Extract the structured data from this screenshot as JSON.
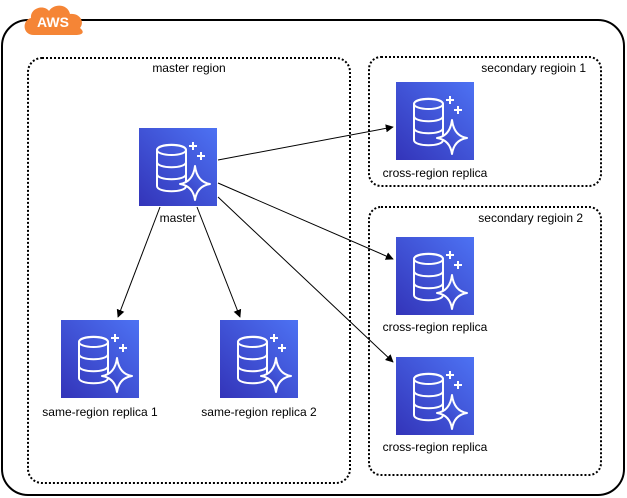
{
  "cloud": {
    "label": "AWS",
    "badge_color": "#f58536"
  },
  "regions": [
    {
      "id": "master",
      "label": "master region"
    },
    {
      "id": "secondary1",
      "label": "secondary regioin 1"
    },
    {
      "id": "secondary2",
      "label": "secondary regioin 2"
    }
  ],
  "nodes": [
    {
      "id": "master",
      "label": "master",
      "icon": "aurora-database-icon"
    },
    {
      "id": "same1",
      "label": "same-region replica 1",
      "icon": "aurora-database-icon"
    },
    {
      "id": "same2",
      "label": "same-region replica 2",
      "icon": "aurora-database-icon"
    },
    {
      "id": "cross1",
      "label": "cross-region replica",
      "icon": "aurora-database-icon"
    },
    {
      "id": "cross2",
      "label": "cross-region replica",
      "icon": "aurora-database-icon"
    },
    {
      "id": "cross3",
      "label": "cross-region replica",
      "icon": "aurora-database-icon"
    }
  ],
  "edges": [
    {
      "from": "master",
      "to": "same1"
    },
    {
      "from": "master",
      "to": "same2"
    },
    {
      "from": "master",
      "to": "cross1"
    },
    {
      "from": "master",
      "to": "cross2"
    },
    {
      "from": "master",
      "to": "cross3"
    }
  ],
  "colors": {
    "icon_top": "#4d72f3",
    "icon_bottom": "#3334b9",
    "line": "#000000"
  }
}
